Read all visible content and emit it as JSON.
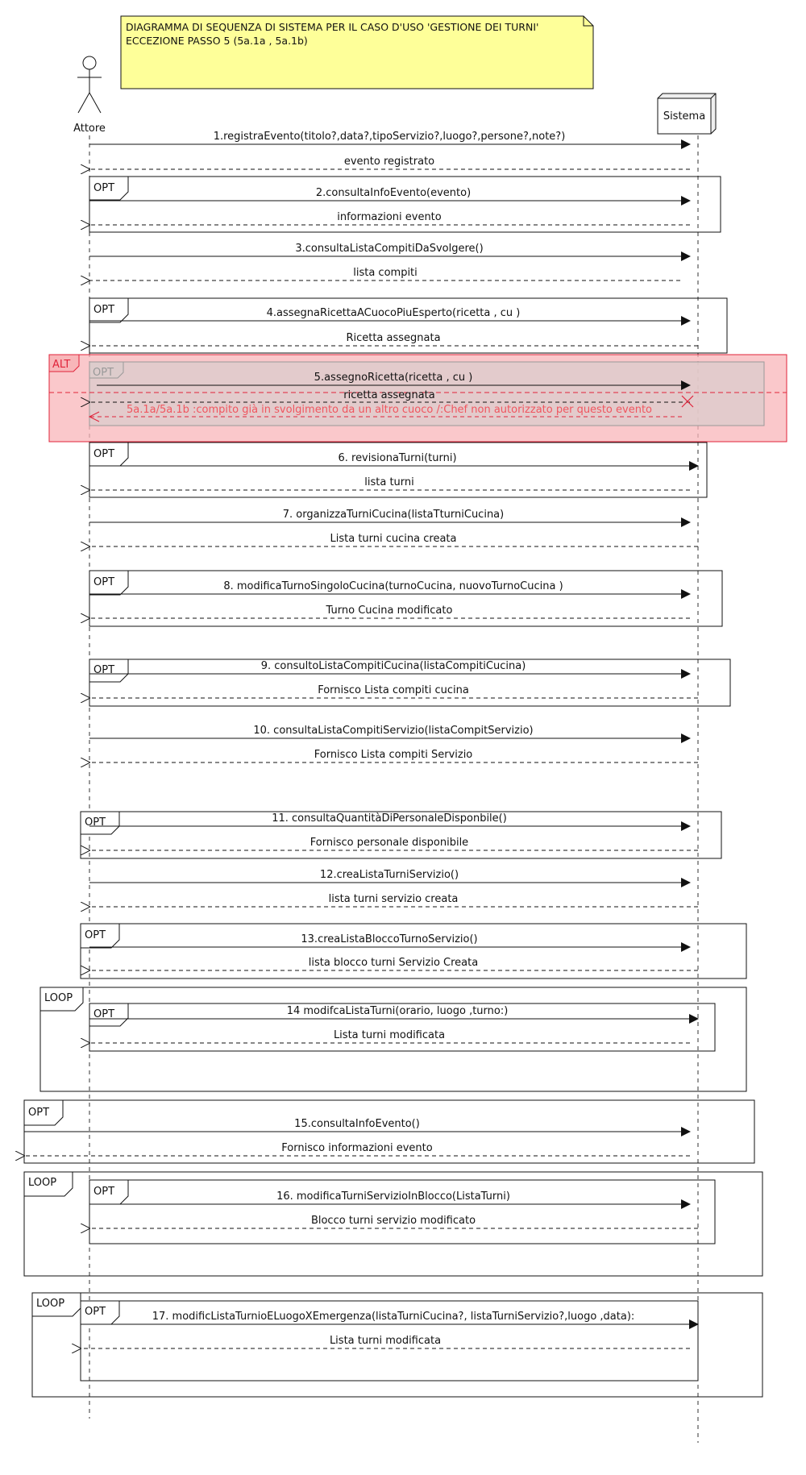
{
  "note": {
    "line1": "DIAGRAMMA DI SEQUENZA DI SISTEMA PER IL CASO D'USO 'GESTIONE DEI TURNI'",
    "line2": "ECCEZIONE PASSO 5 (5a.1a , 5a.1b)"
  },
  "participants": {
    "actor": "Attore",
    "system": "Sistema"
  },
  "keywords": {
    "opt": "OPT",
    "alt": "ALT",
    "loop": "LOOP"
  },
  "messages": [
    {
      "id": "m1",
      "text": "1.registraEvento(titolo?,data?,tipoServizio?,luogo?,persone?,note?)"
    },
    {
      "id": "r1",
      "text": "evento registrato"
    },
    {
      "id": "m2",
      "text": "2.consultaInfoEvento(evento)"
    },
    {
      "id": "r2",
      "text": "informazioni evento"
    },
    {
      "id": "m3",
      "text": "3.consultaListaCompitiDaSvolgere()"
    },
    {
      "id": "r3",
      "text": "lista compiti"
    },
    {
      "id": "m4",
      "text": "4.assegnaRicettaACuocoPiuEsperto(ricetta , cu )"
    },
    {
      "id": "r4",
      "text": "Ricetta assegnata"
    },
    {
      "id": "m5",
      "text": "5.assegnoRicetta(ricetta  , cu )"
    },
    {
      "id": "r5",
      "text": "ricetta assegnata"
    },
    {
      "id": "e5",
      "text": "5a.1a/5a.1b :compito già in svolgimento da un altro cuoco /:Chef non autorizzato per questo evento"
    },
    {
      "id": "m6",
      "text": "6. revisionaTurni(turni)"
    },
    {
      "id": "r6",
      "text": "lista turni"
    },
    {
      "id": "m7",
      "text": "7. organizzaTurniCucina(listaTturniCucina)"
    },
    {
      "id": "r7",
      "text": "Lista turni cucina creata"
    },
    {
      "id": "m8",
      "text": "8. modificaTurnoSingoloCucina(turnoCucina, nuovoTurnoCucina )"
    },
    {
      "id": "r8",
      "text": "Turno Cucina modificato"
    },
    {
      "id": "m9",
      "text": "9.  consultoListaCompitiCucina(listaCompitiCucina)"
    },
    {
      "id": "r9",
      "text": "Fornisco Lista compiti cucina"
    },
    {
      "id": "m10",
      "text": "10. consultaListaCompitiServizio(listaCompitServizio)"
    },
    {
      "id": "r10",
      "text": "Fornisco Lista compiti Servizio"
    },
    {
      "id": "m11",
      "text": "11. consultaQuantitàDiPersonaleDisponbile()"
    },
    {
      "id": "r11",
      "text": "Fornisco personale disponibile"
    },
    {
      "id": "m12",
      "text": "12.creaListaTurniServizio()"
    },
    {
      "id": "r12",
      "text": "lista turni servizio creata"
    },
    {
      "id": "m13",
      "text": "13.creaListaBloccoTurnoServizio()"
    },
    {
      "id": "r13",
      "text": "lista blocco turni Servizio Creata"
    },
    {
      "id": "m14",
      "text": "14 modifcaListaTurni(orario, luogo ,turno:)"
    },
    {
      "id": "r14",
      "text": "Lista turni modificata"
    },
    {
      "id": "m15",
      "text": "15.consultaInfoEvento()"
    },
    {
      "id": "r15",
      "text": "Fornisco informazioni evento"
    },
    {
      "id": "m16",
      "text": "16. modificaTurniServizioInBlocco(ListaTurni)"
    },
    {
      "id": "r16",
      "text": "Blocco turni servizio modificato"
    },
    {
      "id": "m17",
      "text": "17. modificListaTurnioELuogoXEmergenza(listaTurniCucina?, listaTurniServizio?,luogo ,data):"
    },
    {
      "id": "r17",
      "text": "Lista turni modificata"
    }
  ],
  "colors": {
    "note_fill": "#FEFF99",
    "alt_fill": "#F8B6B9",
    "alt_accent": "#E0233A",
    "error_text": "#F0565F",
    "opt_gray_fill": "#DDCCCC",
    "opt_gray_text": "#999999"
  }
}
